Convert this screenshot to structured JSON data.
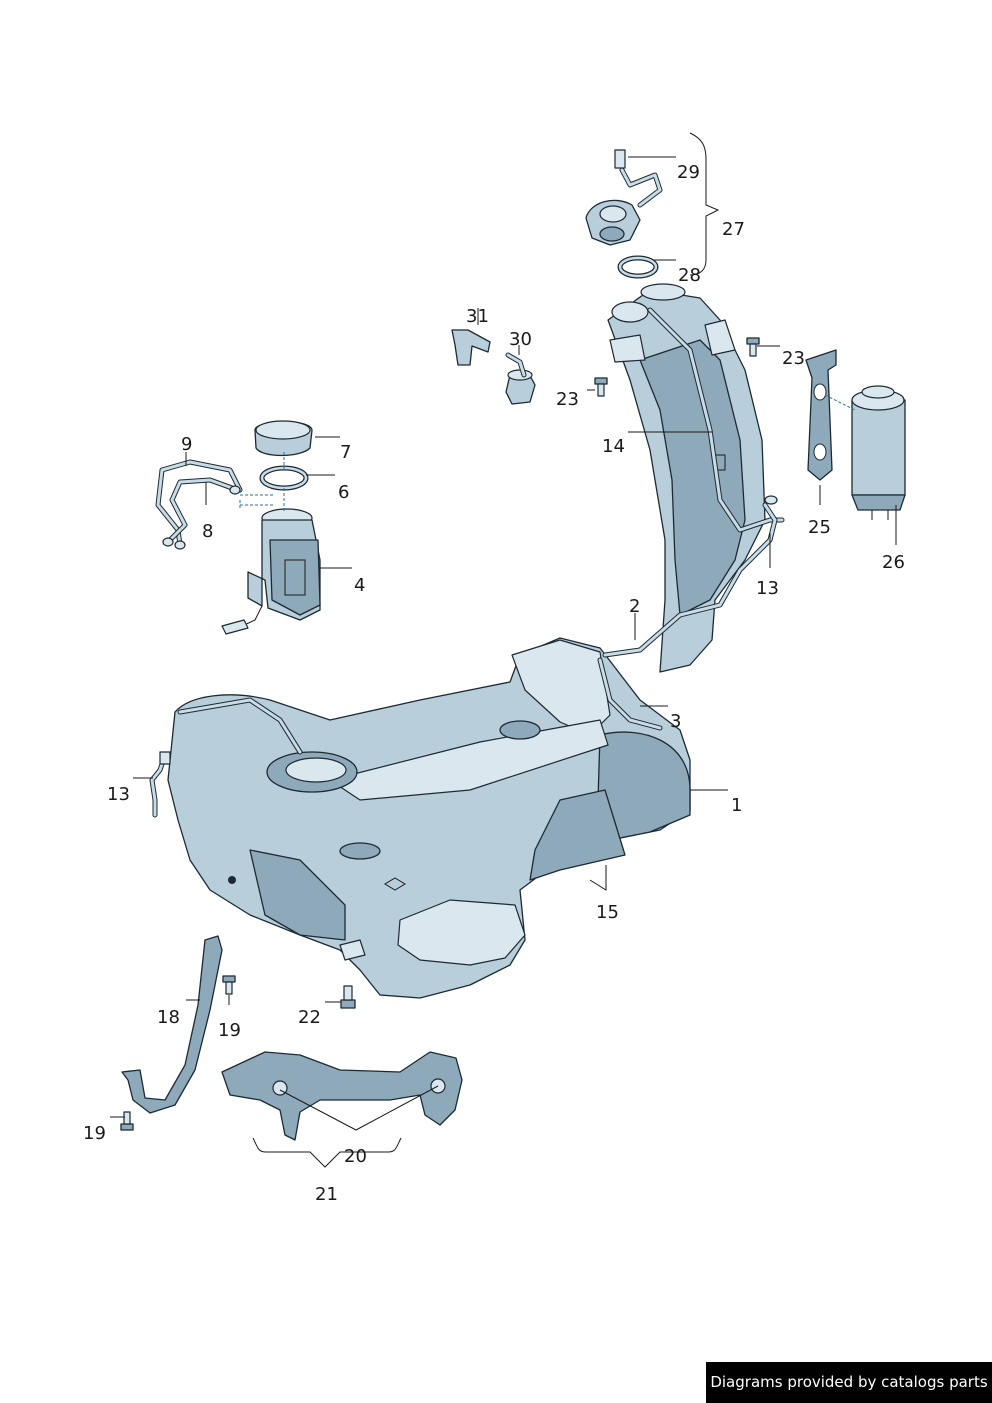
{
  "labels": {
    "p1": "1",
    "p2": "2",
    "p3": "3",
    "p4": "4",
    "p6": "6",
    "p7": "7",
    "p8": "8",
    "p9": "9",
    "p13a": "13",
    "p13b": "13",
    "p14": "14",
    "p15": "15",
    "p18": "18",
    "p19a": "19",
    "p19b": "19",
    "p20": "20",
    "p21": "21",
    "p22": "22",
    "p23a": "23",
    "p23b": "23",
    "p25": "25",
    "p26": "26",
    "p27": "27",
    "p28": "28",
    "p29": "29",
    "p30": "30",
    "p31": "31"
  },
  "footer": {
    "text": "Diagrams provided by catalogs parts"
  }
}
